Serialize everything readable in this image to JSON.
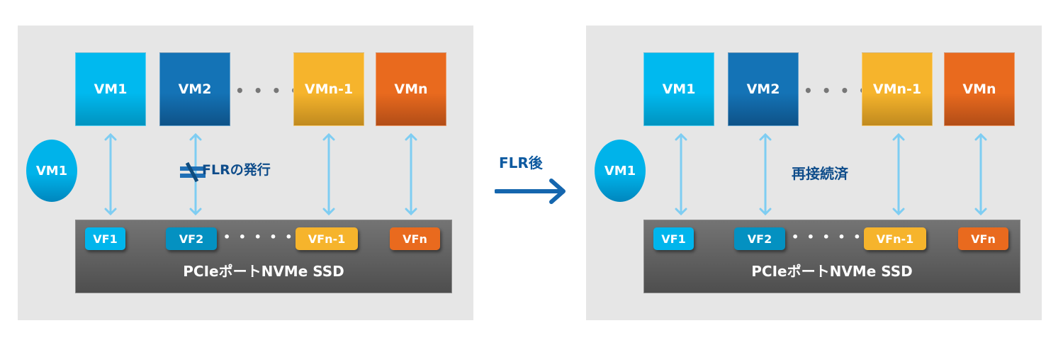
{
  "colors": {
    "panel_bg": "#e6e6e6",
    "vm1": "#00b9ef",
    "vm2": "#1473b6",
    "vmn_1": "#f6b42c",
    "vmn": "#e96a1e",
    "vf2": "#0491c1",
    "link_arrow": "#7ecdf2",
    "label_text": "#0e4c8a",
    "ssd_bg": "#5f5f5f"
  },
  "before": {
    "vms": [
      {
        "label": "VM1"
      },
      {
        "label": "VM2"
      },
      {
        "label": "VMn-1"
      },
      {
        "label": "VMn"
      }
    ],
    "vm_ellipsis": "• • • • • •",
    "detached_vm": {
      "label": "VM1"
    },
    "status_icon": "not-equal-icon",
    "status_label": "FLRの発行",
    "vfs": [
      {
        "label": "VF1"
      },
      {
        "label": "VF2"
      },
      {
        "label": "VFn-1"
      },
      {
        "label": "VFn"
      }
    ],
    "vf_ellipsis": "• • • • • • • •",
    "ssd_label": "PCIeポートNVMe SSD"
  },
  "transition": {
    "label": "FLR後",
    "icon": "arrow-right-icon"
  },
  "after": {
    "vms": [
      {
        "label": "VM1"
      },
      {
        "label": "VM2"
      },
      {
        "label": "VMn-1"
      },
      {
        "label": "VMn"
      }
    ],
    "vm_ellipsis": "• • • • • •",
    "detached_vm": {
      "label": "VM1"
    },
    "status_label": "再接続済",
    "vfs": [
      {
        "label": "VF1"
      },
      {
        "label": "VF2"
      },
      {
        "label": "VFn-1"
      },
      {
        "label": "VFn"
      }
    ],
    "vf_ellipsis": "• • • • • • • •",
    "ssd_label": "PCIeポートNVMe SSD"
  }
}
